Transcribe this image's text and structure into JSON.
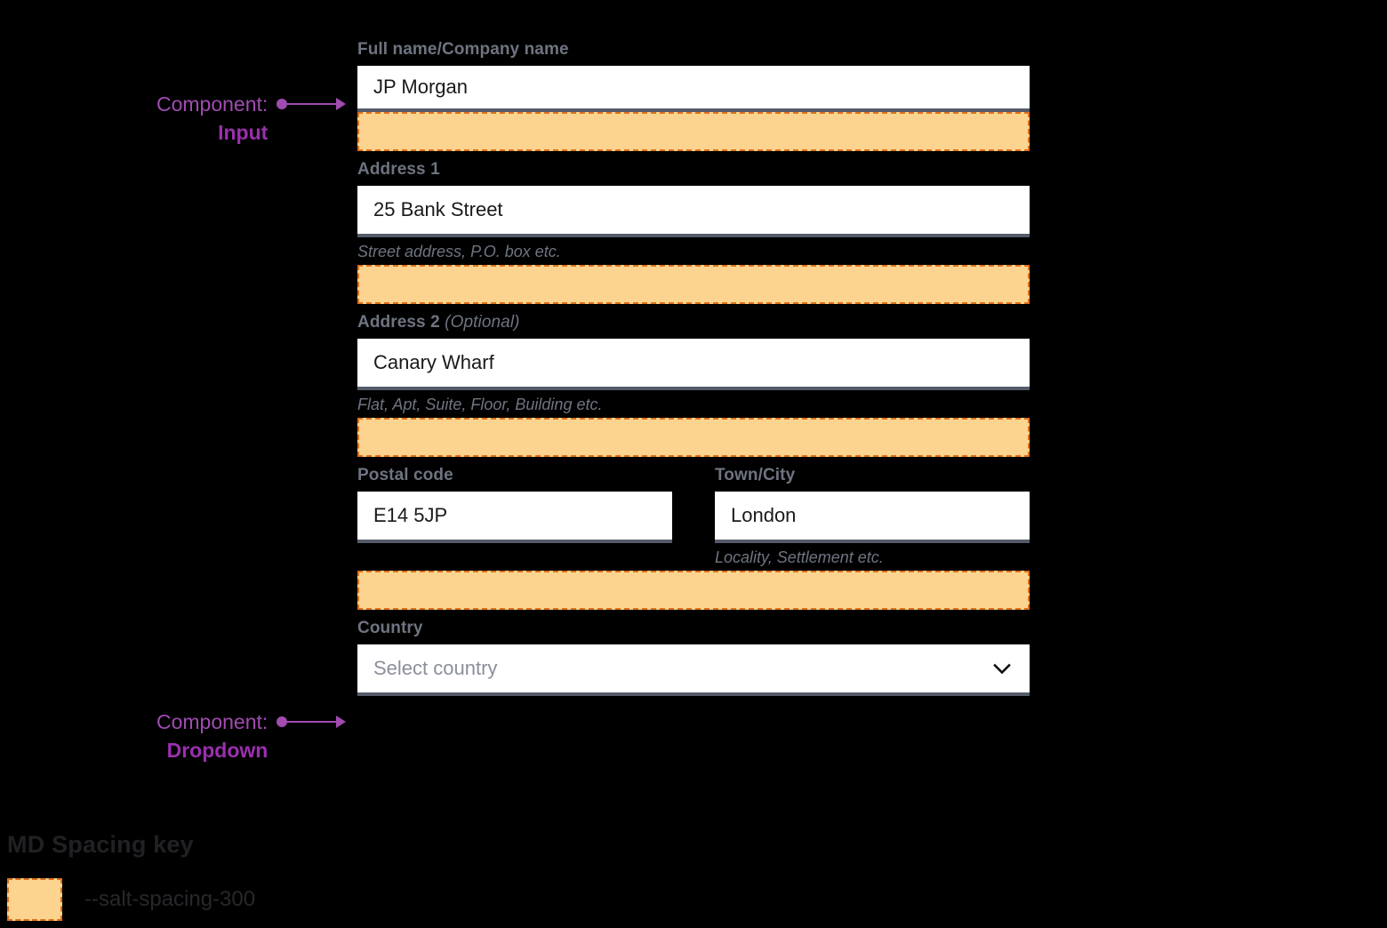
{
  "form": {
    "fields": [
      {
        "id": "full-name",
        "label": "Full name/Company name",
        "optional_suffix": "",
        "value": "JP Morgan",
        "helper": "",
        "type": "input"
      },
      {
        "id": "address-1",
        "label": "Address 1",
        "optional_suffix": "",
        "value": "25 Bank Street",
        "helper": "Street address, P.O. box etc.",
        "type": "input"
      },
      {
        "id": "address-2",
        "label": "Address 2",
        "optional_suffix": "(Optional)",
        "value": "Canary Wharf",
        "helper": "Flat, Apt, Suite, Floor, Building etc.",
        "type": "input"
      },
      {
        "id": "postal-code",
        "label": "Postal code",
        "optional_suffix": "",
        "value": "E14 5JP",
        "helper": "",
        "type": "input"
      },
      {
        "id": "town-city",
        "label": "Town/City",
        "optional_suffix": "",
        "value": "London",
        "helper": "Locality, Settlement etc.",
        "type": "input"
      },
      {
        "id": "country",
        "label": "Country",
        "optional_suffix": "",
        "placeholder": "Select country",
        "helper": "",
        "type": "dropdown",
        "chevron_icon": "chevron-down-icon"
      }
    ]
  },
  "annotations": [
    {
      "id": "input-annotation",
      "kind": "Component:",
      "name": "Input",
      "target": "full-name"
    },
    {
      "id": "dropdown-annotation",
      "kind": "Component:",
      "name": "Dropdown",
      "target": "country"
    }
  ],
  "legend": {
    "title": "MD Spacing key",
    "items": [
      {
        "swatch_color": "#fcd48f",
        "swatch_border_color": "#e0701a",
        "label": "--salt-spacing-300"
      }
    ]
  },
  "colors": {
    "background": "#000000",
    "label": "#6e7480",
    "input_background": "#ffffff",
    "input_underline": "#555b6b",
    "input_text": "#1a1a1a",
    "placeholder": "#8a8f99",
    "spacing_fill": "#fcd48f",
    "spacing_border": "#e0701a",
    "annotation": "#a04bb0",
    "annotation_bold": "#9b2fae",
    "legend_text": "#27282b"
  }
}
